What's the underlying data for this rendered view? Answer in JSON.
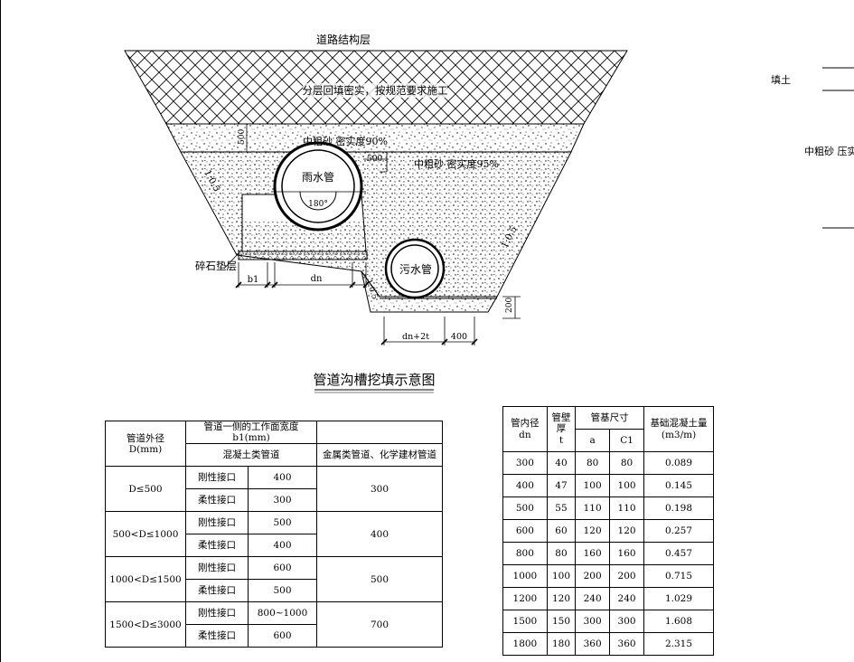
{
  "diagram": {
    "road_layer_label": "道路结构层",
    "fill_label": "分层回填密实，按规范要求施工",
    "sand90_label": "中粗砂  密实度90%",
    "sand95_label": "中粗砂  密实度95%",
    "dim_500_top": "500",
    "dim_500_side": "500",
    "rain_pipe_label": "雨水管",
    "angle_label": "180°",
    "sewage_pipe_label": "污水管",
    "gravel_label": "碎石垫层",
    "dim_b1": "b1",
    "dim_dn": "dn",
    "dim_dn2t": "dn+2t",
    "dim_400": "400",
    "dim_200": "200",
    "slope_left": "1:0.5",
    "slope_right": "1:0.5",
    "slope_mid": "1:0.5",
    "title": "管道沟槽挖填示意图",
    "right_fill_label": "填土",
    "right_sand_label": "中粗砂 压实"
  },
  "width_table": {
    "header_col1": "管道外径",
    "header_col1_unit": "D(mm)",
    "header_main": "管道一侧的工作面宽度b1(mm)",
    "header_concrete": "混凝土类管道",
    "header_metal": "金属类管道、化学建材管道",
    "rows": [
      {
        "range": "D≤500",
        "rigid_label": "刚性接口",
        "rigid": "400",
        "flex_label": "柔性接口",
        "flex": "300",
        "metal": "300"
      },
      {
        "range": "500<D≤1000",
        "rigid_label": "刚性接口",
        "rigid": "500",
        "flex_label": "柔性接口",
        "flex": "400",
        "metal": "400"
      },
      {
        "range": "1000<D≤1500",
        "rigid_label": "刚性接口",
        "rigid": "600",
        "flex_label": "柔性接口",
        "flex": "500",
        "metal": "500"
      },
      {
        "range": "1500<D≤3000",
        "rigid_label": "刚性接口",
        "rigid": "800~1000",
        "flex_label": "柔性接口",
        "flex": "600",
        "metal": "700"
      }
    ]
  },
  "pipe_table": {
    "h_dn": "管内径",
    "h_dn_sym": "dn",
    "h_t": "管壁厚",
    "h_t_sym": "t",
    "h_base": "管基尺寸",
    "h_a": "a",
    "h_c1": "C1",
    "h_conc": "基础混凝土量",
    "h_conc_unit": "(m3/m)",
    "rows": [
      [
        "300",
        "40",
        "80",
        "80",
        "0.089"
      ],
      [
        "400",
        "47",
        "100",
        "100",
        "0.145"
      ],
      [
        "500",
        "55",
        "110",
        "110",
        "0.198"
      ],
      [
        "600",
        "60",
        "120",
        "120",
        "0.257"
      ],
      [
        "800",
        "80",
        "160",
        "160",
        "0.457"
      ],
      [
        "1000",
        "100",
        "200",
        "200",
        "0.715"
      ],
      [
        "1200",
        "120",
        "240",
        "240",
        "1.029"
      ],
      [
        "1500",
        "150",
        "300",
        "300",
        "1.608"
      ],
      [
        "1800",
        "180",
        "360",
        "360",
        "2.315"
      ]
    ]
  }
}
